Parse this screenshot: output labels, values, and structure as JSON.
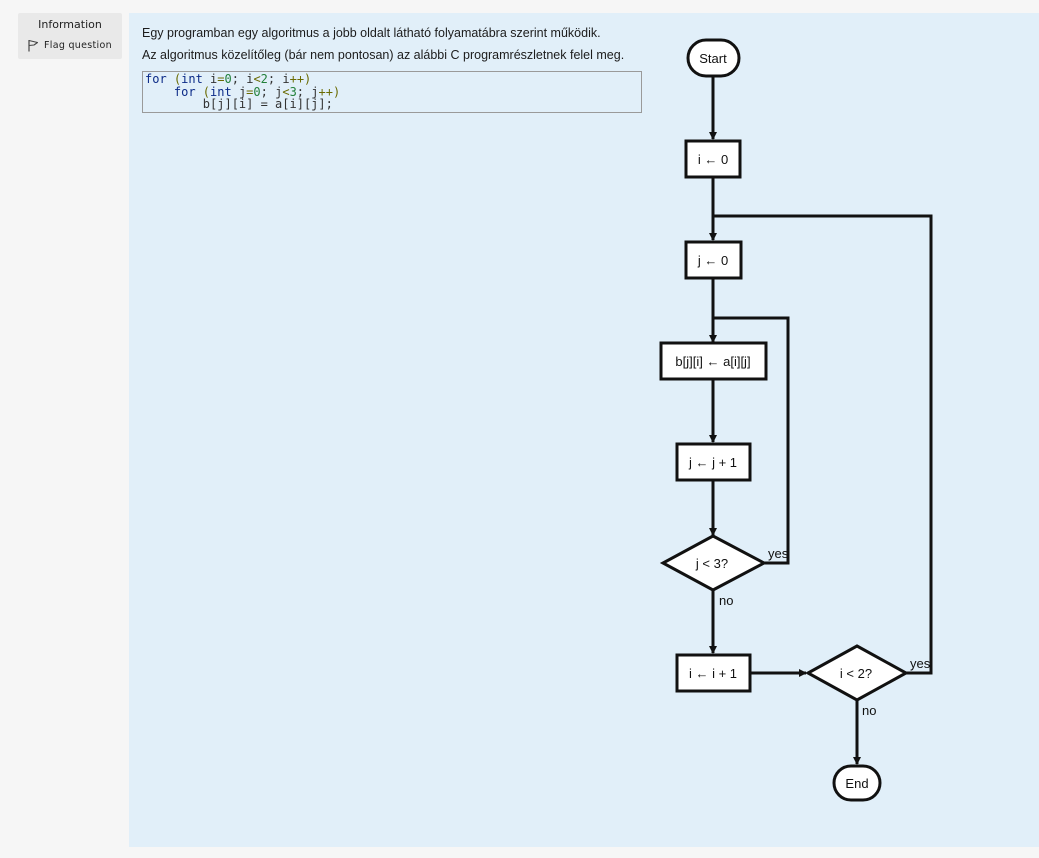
{
  "sidebar": {
    "info_title": "Information",
    "flag_label": "Flag question"
  },
  "question": {
    "line1": "Egy programban egy algoritmus a jobb oldalt látható folyamatábra szerint működik.",
    "line2": "Az algoritmus közelítőleg (bár nem pontosan) az alábbi C programrészletnek felel meg.",
    "code": {
      "l1": [
        "for",
        " (",
        "int",
        " i",
        "=",
        "0",
        "; i",
        "<",
        "2",
        "; i",
        "++",
        ")"
      ],
      "l2": [
        "    for",
        " (",
        "int",
        " j",
        "=",
        "0",
        "; j",
        "<",
        "3",
        "; j",
        "++",
        ")"
      ],
      "l3": "        b[j][i] = a[i][j];"
    }
  },
  "flowchart": {
    "start": "Start",
    "init_i": "i ← 0",
    "init_j": "j ← 0",
    "assign": "b[j][i] ← a[i][j]",
    "inc_j": "j ← j + 1",
    "cond_j": "j < 3?",
    "inc_i": "i ← i + 1",
    "cond_i": "i < 2?",
    "end": "End",
    "yes": "yes",
    "no": "no"
  }
}
